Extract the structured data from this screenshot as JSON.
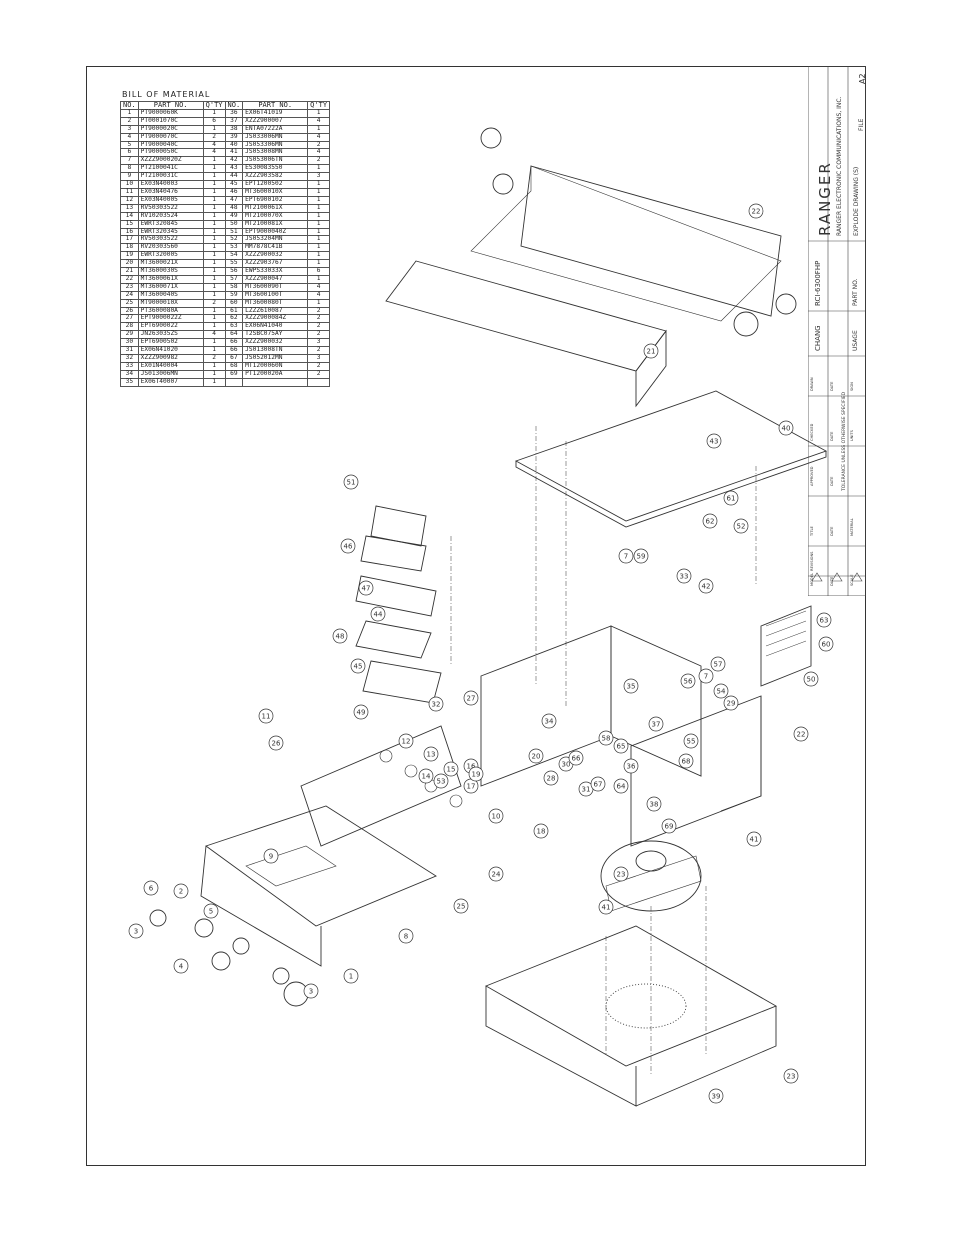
{
  "bom": {
    "title": "BILL  OF  MATERIAL",
    "headers": [
      "NO.",
      "PART  NO.",
      "Q'TY",
      "NO.",
      "PART  NO.",
      "Q'TY"
    ],
    "rows": [
      [
        "1",
        "PT9000060K",
        "1",
        "36",
        "EX06T41019",
        "1"
      ],
      [
        "2",
        "PT0001070C",
        "6",
        "37",
        "XZZZ900007",
        "4"
      ],
      [
        "3",
        "PT9000020C",
        "1",
        "38",
        "ENTA07222A",
        "1"
      ],
      [
        "4",
        "PT9000070C",
        "2",
        "39",
        "JS033006MN",
        "4"
      ],
      [
        "5",
        "PT9000040C",
        "4",
        "40",
        "JS053306MN",
        "2"
      ],
      [
        "6",
        "PT9000050C",
        "4",
        "41",
        "JS053008MN",
        "4"
      ],
      [
        "7",
        "XZZZ900020Z",
        "1",
        "42",
        "JS053006TN",
        "2"
      ],
      [
        "8",
        "PT2100041C",
        "1",
        "43",
        "ES30083550",
        "1"
      ],
      [
        "9",
        "PT2100031C",
        "1",
        "44",
        "XZZZ903582",
        "3"
      ],
      [
        "10",
        "EX03N40003",
        "1",
        "45",
        "EPT1200502",
        "1"
      ],
      [
        "11",
        "EX03N40476",
        "1",
        "46",
        "MT3600010X",
        "1"
      ],
      [
        "12",
        "EX03N40005",
        "1",
        "47",
        "EPT6900102",
        "1"
      ],
      [
        "13",
        "RV50303522",
        "1",
        "48",
        "MT2100061X",
        "1"
      ],
      [
        "14",
        "RV10203524",
        "1",
        "49",
        "MT2100070X",
        "1"
      ],
      [
        "15",
        "EWRT320845",
        "1",
        "50",
        "MT2100081X",
        "1"
      ],
      [
        "16",
        "EWRT320345",
        "1",
        "51",
        "EPT9000040Z",
        "1"
      ],
      [
        "17",
        "RV50303522",
        "1",
        "52",
        "JS053204MN",
        "1"
      ],
      [
        "18",
        "RV20303560",
        "1",
        "53",
        "MM7878C41B",
        "1"
      ],
      [
        "19",
        "EWRT320005",
        "1",
        "54",
        "XZZZ900032",
        "1"
      ],
      [
        "20",
        "MT3600021X",
        "1",
        "55",
        "XZZZ903767",
        "1"
      ],
      [
        "21",
        "MT3600030S",
        "1",
        "56",
        "EWPS33033X",
        "6"
      ],
      [
        "22",
        "MT3600061X",
        "1",
        "57",
        "XZZZ900047",
        "1"
      ],
      [
        "23",
        "MT3600071X",
        "1",
        "58",
        "MT3600090T",
        "4"
      ],
      [
        "24",
        "MT3600040S",
        "1",
        "59",
        "MT3600100T",
        "4"
      ],
      [
        "25",
        "MT9000010X",
        "2",
        "60",
        "MT3600080T",
        "1"
      ],
      [
        "26",
        "PT3600080A",
        "1",
        "61",
        "LZZZ610087",
        "2"
      ],
      [
        "27",
        "EPT9000022Z",
        "1",
        "62",
        "XZZZ900084Z",
        "2"
      ],
      [
        "28",
        "EPT6900022",
        "1",
        "63",
        "EX06N41040",
        "2"
      ],
      [
        "29",
        "JN263035ZS",
        "4",
        "64",
        "T2SBC075AY",
        "2"
      ],
      [
        "30",
        "EPT6900502",
        "1",
        "66",
        "XZZZ900032",
        "3"
      ],
      [
        "31",
        "EX06N41020",
        "1",
        "66",
        "JS013008TN",
        "2"
      ],
      [
        "32",
        "XZZZ900982",
        "2",
        "67",
        "JS052012MN",
        "3"
      ],
      [
        "33",
        "EX01N40004",
        "1",
        "68",
        "MT1200060N",
        "2"
      ],
      [
        "34",
        "JS013006MN",
        "1",
        "69",
        "PT1200020A",
        "2"
      ],
      [
        "35",
        "EX06T40007",
        "1",
        "",
        "",
        " "
      ]
    ]
  },
  "title_block": {
    "company": "RANGER",
    "company_full": "RANGER  ELECTRONIC  COMMUNICATIONS,  INC.",
    "model": "RCI-6300FHP",
    "drawing_title": "EXPLODE  DRAWING (S)",
    "part_no_label": "PART NO.",
    "usage_label": "USAGE",
    "drawn_by": "CHANG",
    "file_label": "FILE",
    "sheet": "A2",
    "tolerance": "TOLERANCE  UNLESS  OTHERWISE  SPECIFIED",
    "field_labels": [
      "MODEL",
      "TITLE",
      "APPROVED",
      "CHECKED",
      "DRAWN",
      "DATE",
      "DATE",
      "DATE",
      "DATE",
      "SCALE",
      "MATERIAL",
      "UNITS",
      "SIGN",
      "DATE",
      "REVISIONS"
    ]
  },
  "callouts": [
    "1",
    "2",
    "3",
    "3",
    "4",
    "5",
    "6",
    "7",
    "7",
    "8",
    "9",
    "10",
    "11",
    "12",
    "13",
    "14",
    "15",
    "16",
    "17",
    "18",
    "19",
    "20",
    "21",
    "22",
    "22",
    "23",
    "23",
    "24",
    "25",
    "26",
    "27",
    "28",
    "29",
    "30",
    "31",
    "32",
    "33",
    "34",
    "35",
    "36",
    "37",
    "38",
    "39",
    "40",
    "41",
    "41",
    "42",
    "43",
    "44",
    "45",
    "46",
    "47",
    "48",
    "49",
    "50",
    "51",
    "52",
    "53",
    "54",
    "55",
    "56",
    "57",
    "58",
    "59",
    "60",
    "61",
    "62",
    "63",
    "64",
    "65",
    "66",
    "67",
    "68",
    "69"
  ],
  "colors": {
    "line": "#333333",
    "paper": "#ffffff"
  }
}
